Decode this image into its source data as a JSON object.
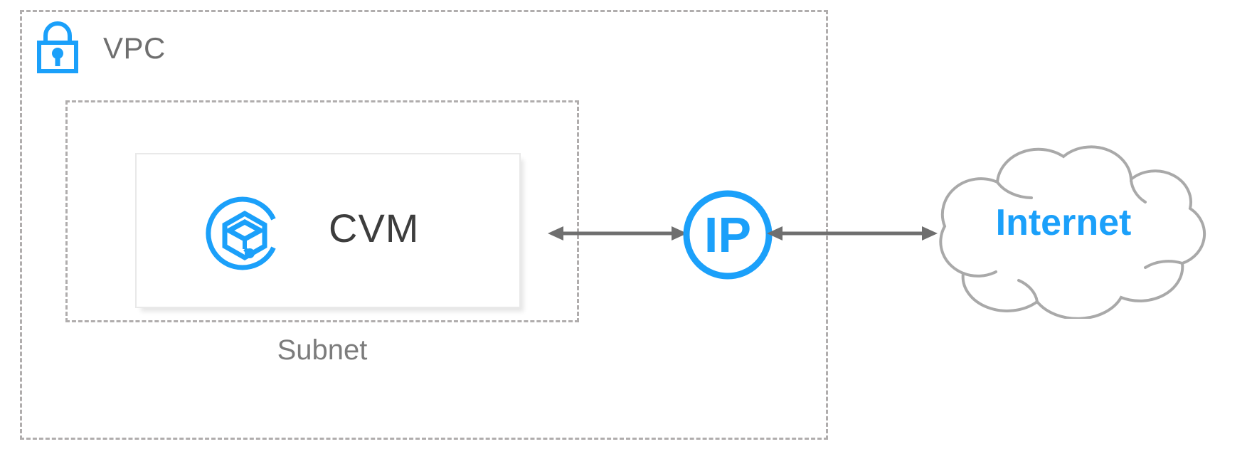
{
  "diagram": {
    "title": "VPC CVM public IP internet connectivity",
    "background": "#ffffff",
    "colors": {
      "accent_blue": "#1ba0fa",
      "dashed_border_gray": "#b0adad",
      "arrow_gray": "#6f6f6f",
      "cloud_outline_gray": "#a9a9a9",
      "text_gray_dark": "#3d3d3d",
      "text_gray": "#6f6f6f",
      "card_border": "#e9e9e9"
    }
  },
  "vpc": {
    "label": "VPC",
    "icon": "lock-icon"
  },
  "subnet": {
    "label": "Subnet"
  },
  "cvm": {
    "label": "CVM",
    "icon": "cvm-cube-icon"
  },
  "ip": {
    "label": "IP",
    "icon": "ip-circle-icon"
  },
  "internet": {
    "label": "Internet",
    "icon": "cloud-icon"
  },
  "connections": [
    {
      "name": "cvm-to-ip",
      "from": "CVM",
      "to": "IP",
      "style": "double-arrow",
      "color": "#6f6f6f"
    },
    {
      "name": "ip-to-internet",
      "from": "IP",
      "to": "Internet",
      "style": "double-arrow",
      "color": "#6f6f6f"
    }
  ]
}
